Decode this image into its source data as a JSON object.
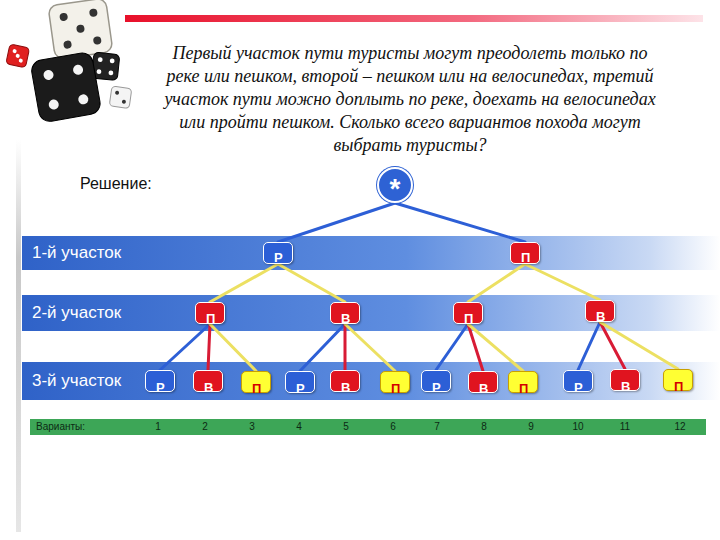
{
  "diagram": {
    "title": "Первый участок пути туристы могут преодолеть только по реке или пешком, второй – пешком или на велосипедах, третий участок пути можно доплыть по реке, доехать на велосипедах или пройти пешком. Сколько всего вариантов похода могут выбрать туристы?",
    "nodes": [
      {
        "text": [
          "*"
        ]
      },
      {
        "text": [
          "1-й участок"
        ]
      },
      {
        "text": [
          "Р"
        ],
        "in": 1
      },
      {
        "text": [
          "П"
        ],
        "in": 1
      },
      {
        "text": [
          "2-й участок"
        ]
      },
      {
        "text": [
          "П"
        ],
        "in": 4
      },
      {
        "text": [
          "В"
        ],
        "in": 4
      },
      {
        "text": [
          "П"
        ],
        "in": 4
      },
      {
        "text": [
          "В"
        ],
        "in": 4
      },
      {
        "text": [
          "3-й участок"
        ]
      },
      {
        "text": [
          "Р"
        ],
        "in": 9
      },
      {
        "text": [
          "В"
        ],
        "in": 9
      },
      {
        "text": [
          "П"
        ],
        "in": 9
      },
      {
        "text": [
          "Р"
        ],
        "in": 9
      },
      {
        "text": [
          "В"
        ],
        "in": 9
      },
      {
        "text": [
          "П"
        ],
        "in": 9
      },
      {
        "text": [
          "Р"
        ],
        "in": 9
      },
      {
        "text": [
          "В"
        ],
        "in": 9
      },
      {
        "text": [
          "П"
        ],
        "in": 9
      },
      {
        "text": [
          "Р"
        ],
        "in": 9
      },
      {
        "text": [
          "В"
        ],
        "in": 9
      },
      {
        "text": [
          "П"
        ],
        "in": 9
      },
      {
        "text": [
          "Варианты:",
          "1",
          "2",
          "3",
          "4",
          "5",
          "6",
          "7",
          "8",
          "9",
          "10",
          "11",
          "12"
        ]
      }
    ],
    "edges": [
      {
        "from": 0,
        "to": 2,
        "arrow": "none"
      },
      {
        "from": 0,
        "to": 3,
        "arrow": "none"
      },
      {
        "from": 2,
        "to": 5,
        "arrow": "none"
      },
      {
        "from": 2,
        "to": 6,
        "arrow": "none"
      },
      {
        "from": 3,
        "to": 7,
        "arrow": "none"
      },
      {
        "from": 3,
        "to": 8,
        "arrow": "none"
      },
      {
        "from": 5,
        "to": 10,
        "arrow": "none"
      },
      {
        "from": 5,
        "to": 11,
        "arrow": "none"
      },
      {
        "from": 5,
        "to": 12,
        "arrow": "none"
      },
      {
        "from": 6,
        "to": 13,
        "arrow": "none"
      },
      {
        "from": 6,
        "to": 14,
        "arrow": "none"
      },
      {
        "from": 6,
        "to": 15,
        "arrow": "none"
      },
      {
        "from": 7,
        "to": 16,
        "arrow": "none"
      },
      {
        "from": 7,
        "to": 17,
        "arrow": "none"
      },
      {
        "from": 7,
        "to": 18,
        "arrow": "none"
      },
      {
        "from": 8,
        "to": 19,
        "arrow": "none"
      },
      {
        "from": 8,
        "to": 20,
        "arrow": "none"
      },
      {
        "from": 8,
        "to": 21,
        "arrow": "none"
      }
    ],
    "labels": [
      "Решение:"
    ]
  }
}
